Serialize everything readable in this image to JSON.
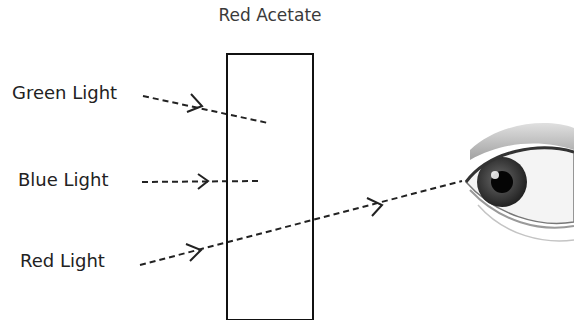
{
  "diagram": {
    "nodes": [
      {
        "text": [
          "Red Acetate"
        ]
      }
    ],
    "labels": [
      "Green Light",
      "Blue Light",
      "Red Light"
    ]
  }
}
